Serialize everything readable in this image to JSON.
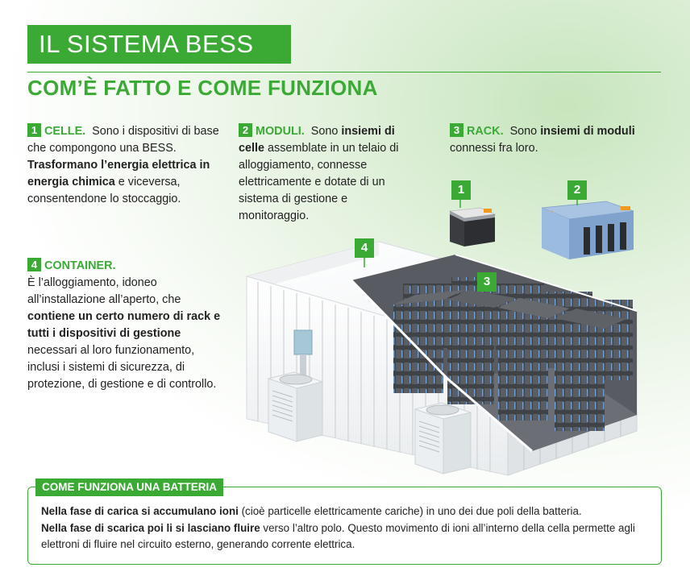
{
  "header": {
    "title": "IL SISTEMA BESS",
    "subtitle": "COM’È FATTO E COME FUNZIONA"
  },
  "sections": {
    "celle": {
      "number": "1",
      "heading": "CELLE.",
      "text_a": "Sono i dispositivi di base che compongono una BESS. ",
      "text_bold": "Trasformano l’energia elettrica in energia chimica",
      "text_b": " e viceversa, consentendone lo stoccaggio."
    },
    "moduli": {
      "number": "2",
      "heading": "MODULI.",
      "text_a": "Sono ",
      "text_bold": "insiemi di celle",
      "text_b": " assemblate in un telaio di alloggiamento, connesse elettricamente e dotate di un sistema di gestione e monitoraggio."
    },
    "rack": {
      "number": "3",
      "heading": "RACK.",
      "text_a": "Sono ",
      "text_bold": "insiemi di moduli",
      "text_b": " connessi fra loro."
    },
    "container": {
      "number": "4",
      "heading": "CONTAINER.",
      "text_a": "È l’alloggiamento, idoneo all’installazione all’aperto, che ",
      "text_bold": "contiene un certo numero di rack e tutti i dispositivi di gestione",
      "text_b": " necessari al loro funzionamento, inclusi i sistemi di sicurezza, di protezione, di gestione e di controllo."
    }
  },
  "badges": {
    "cell": "1",
    "module": "2",
    "rack": "3",
    "container": "4"
  },
  "battery_box": {
    "label": "COME FUNZIONA UNA BATTERIA",
    "line1_bold": "Nella fase di carica si accumulano ioni",
    "line1_rest": " (cioè particelle elettricamente cariche) in uno dei due poli della batteria.",
    "line2_bold": "Nella fase di scarica poi li si lasciano fluire",
    "line2_rest": " verso l’altro polo. Questo movimento di ioni all’interno della cella permette agli elettroni di fluire nel circuito esterno, generando corrente elettrica."
  },
  "colors": {
    "accent": "#3aaa35",
    "module_blue": "#8fb1d6",
    "rack_dark": "#3f4247",
    "connector_orange": "#f39a1e"
  }
}
